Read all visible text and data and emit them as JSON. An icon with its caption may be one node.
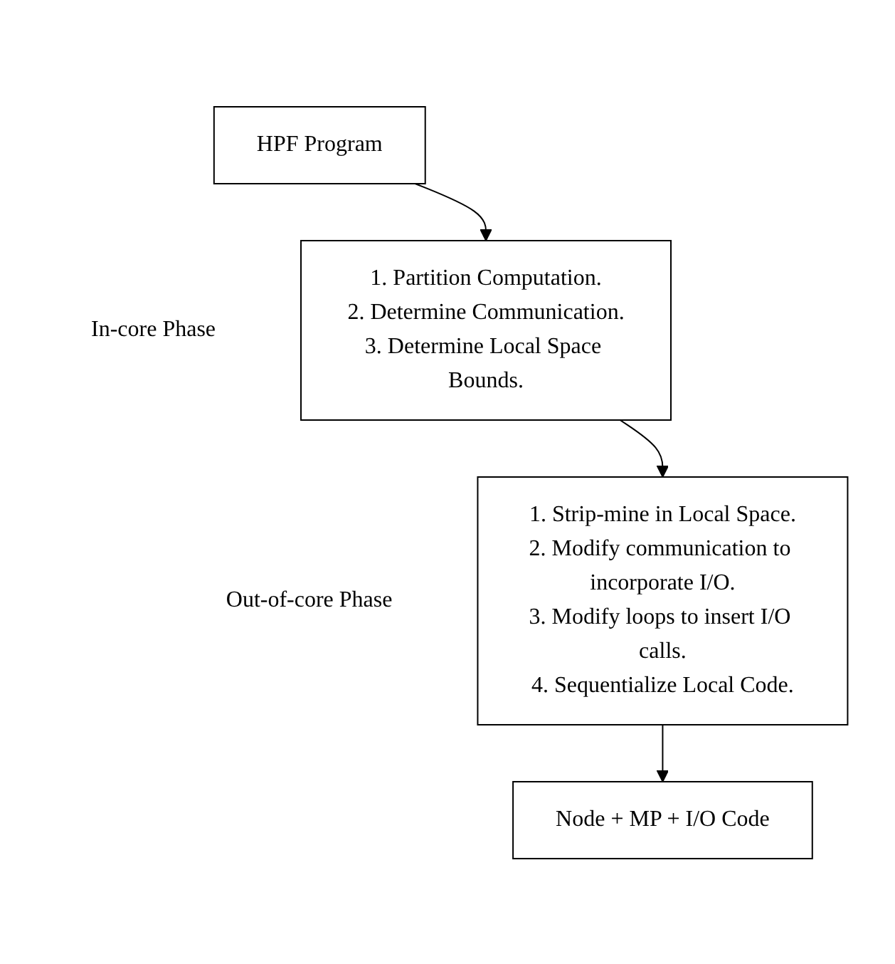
{
  "diagram": {
    "nodes": [
      {
        "text": [
          "HPF Program"
        ]
      },
      {
        "text": [
          "1. Partition Computation.",
          "2. Determine Communication.",
          "3. Determine Local Space Bounds."
        ],
        "beside": [
          "In-core Phase"
        ]
      },
      {
        "text": [
          "1. Strip-mine in Local Space.",
          "2. Modify communication to incorporate I/O.",
          "3. Modify loops to insert I/O calls.",
          "4. Sequentialize Local Code."
        ],
        "beside": [
          "Out-of-core Phase"
        ]
      },
      {
        "text": [
          "Node + MP + I/O Code"
        ]
      }
    ],
    "edges": [
      {
        "from": 0,
        "to": 1,
        "arrow": "to"
      },
      {
        "from": 1,
        "to": 2,
        "arrow": "to"
      },
      {
        "from": 2,
        "to": 3,
        "arrow": "to"
      }
    ]
  }
}
